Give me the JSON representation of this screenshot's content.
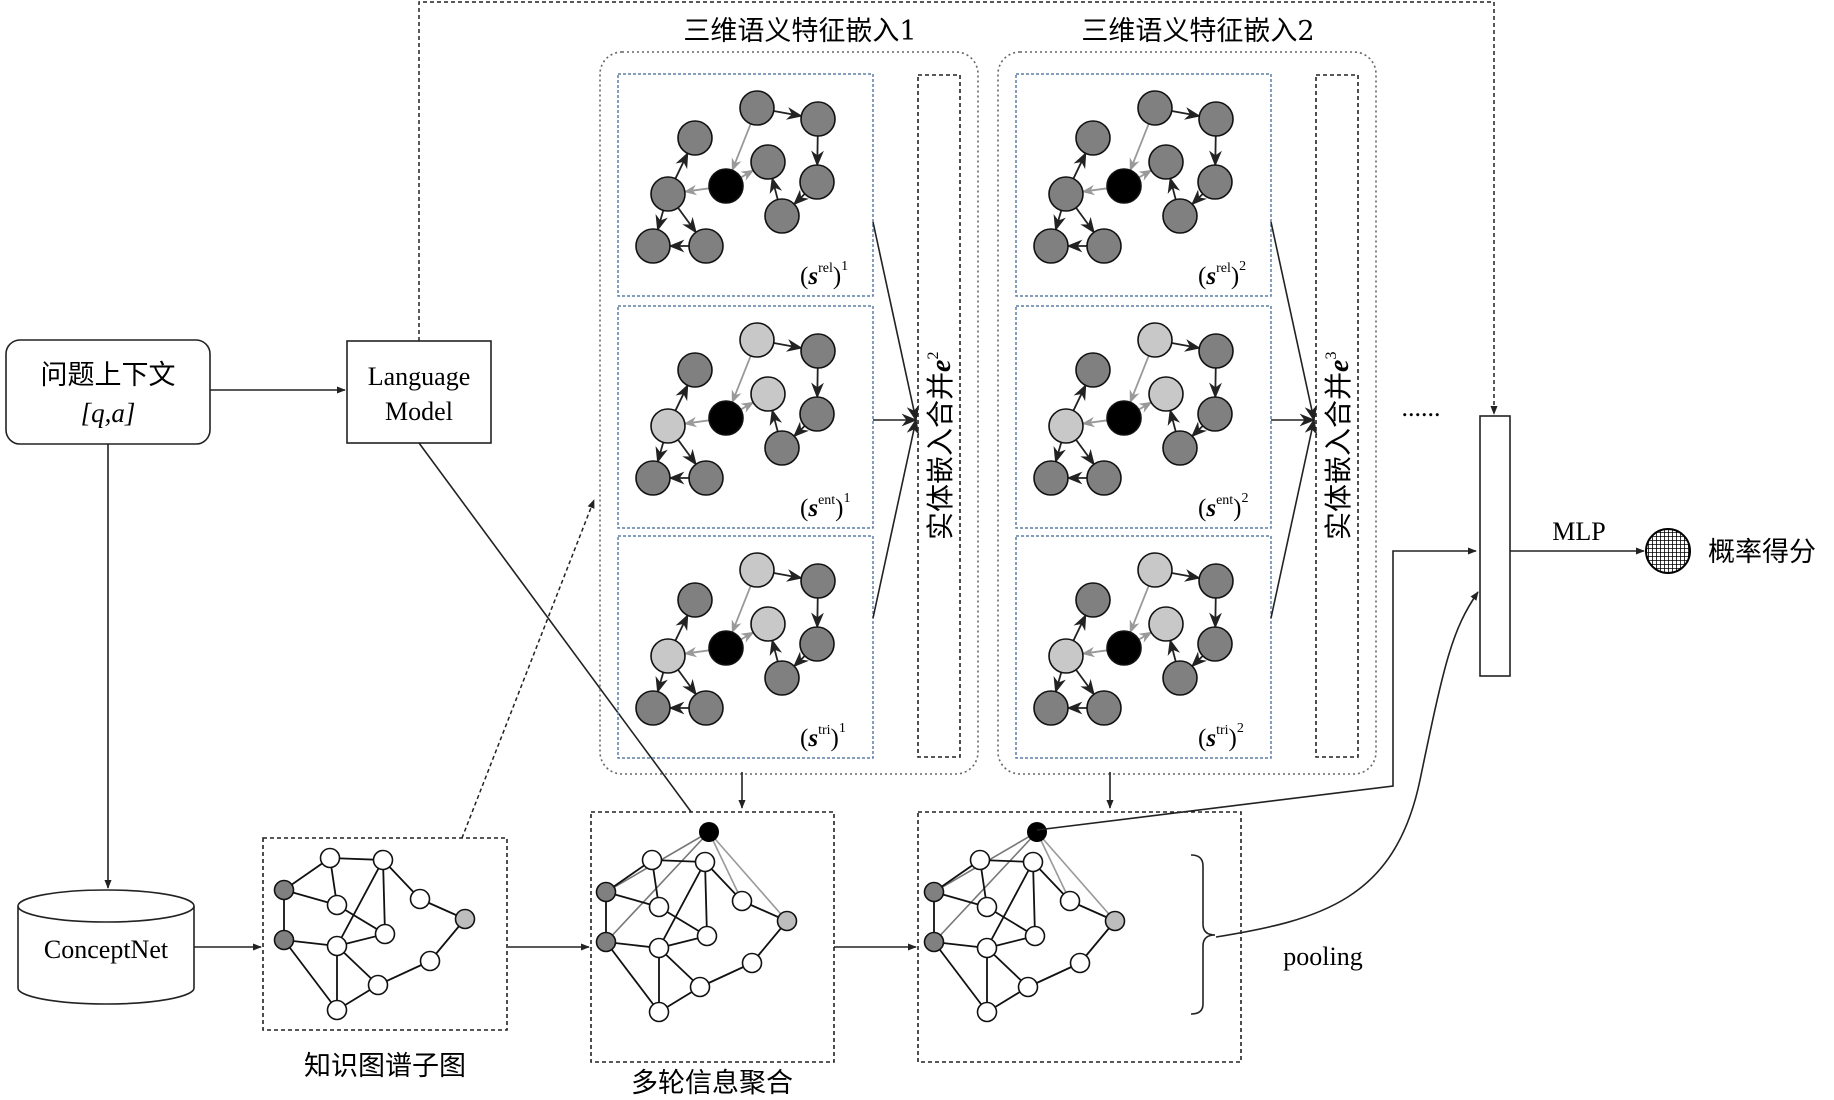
{
  "inputs": {
    "question_box": {
      "line1": "问题上下文",
      "line2": "[q,a]"
    },
    "language_model": {
      "line1": "Language",
      "line2": "Model"
    },
    "knowledge_base": "ConceptNet"
  },
  "subgraph_label": "知识图谱子图",
  "aggregation_label": "多轮信息聚合",
  "pooling_label": "pooling",
  "embedding_blocks": [
    {
      "title": "三维语义特征嵌入1",
      "merge_label": "实体嵌入合并e",
      "merge_superscript": "2",
      "panels": [
        {
          "symbol": "s",
          "superscript": "rel",
          "index": "1"
        },
        {
          "symbol": "s",
          "superscript": "ent",
          "index": "1"
        },
        {
          "symbol": "s",
          "superscript": "tri",
          "index": "1"
        }
      ]
    },
    {
      "title": "三维语义特征嵌入2",
      "merge_label": "实体嵌入合并e",
      "merge_superscript": "3",
      "panels": [
        {
          "symbol": "s",
          "superscript": "rel",
          "index": "2"
        },
        {
          "symbol": "s",
          "superscript": "ent",
          "index": "2"
        },
        {
          "symbol": "s",
          "superscript": "tri",
          "index": "2"
        }
      ]
    }
  ],
  "ellipsis": "......",
  "output": {
    "mlp_label": "MLP",
    "score_label": "概率得分"
  },
  "colors": {
    "node_dark": "#808080",
    "node_light": "#c8c8c8",
    "node_center": "#000000",
    "panel_border": "#5b7fa6",
    "line": "#222222",
    "edge_gray": "#909090"
  }
}
